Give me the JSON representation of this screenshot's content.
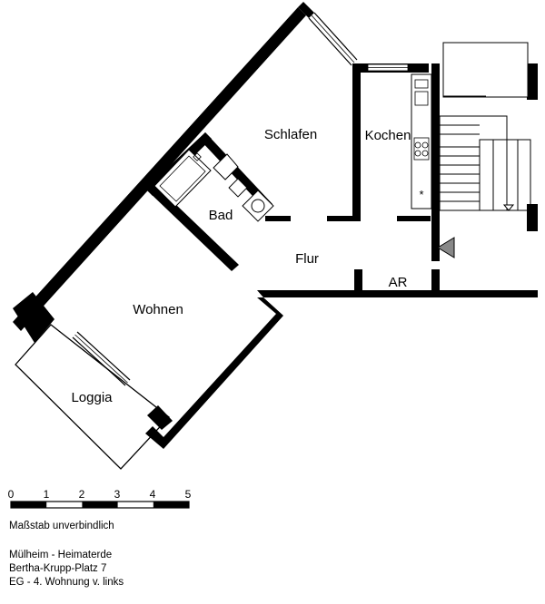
{
  "rooms": {
    "schlafen": "Schlafen",
    "kochen": "Kochen",
    "bad": "Bad",
    "flur": "Flur",
    "ar": "AR",
    "wohnen": "Wohnen",
    "loggia": "Loggia"
  },
  "scale": {
    "ticks": [
      "0",
      "1",
      "2",
      "3",
      "4",
      "5"
    ],
    "note": "Maßstab unverbindlich"
  },
  "address": {
    "city": "Mülheim - Heimaterde",
    "street": "Bertha-Krupp-Platz 7",
    "unit": "EG - 4. Wohnung v. links"
  },
  "colors": {
    "wall": "#000000",
    "background": "#ffffff",
    "marker": "#888888"
  },
  "icons": {
    "oven_mark": "*"
  }
}
